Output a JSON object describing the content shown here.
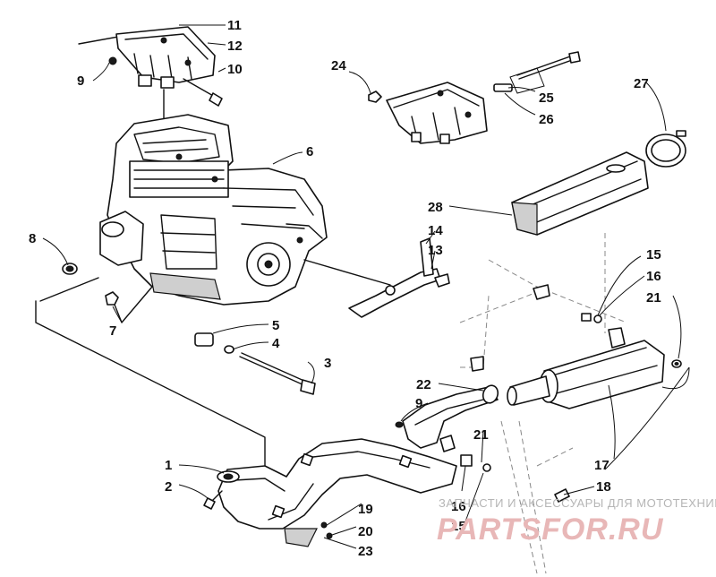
{
  "labels": {
    "l1": "1",
    "l2": "2",
    "l3": "3",
    "l4": "4",
    "l5": "5",
    "l6": "6",
    "l7": "7",
    "l8": "8",
    "l9a": "9",
    "l9b": "9",
    "l10": "10",
    "l11": "11",
    "l12": "12",
    "l13": "13",
    "l14": "14",
    "l15a": "15",
    "l15b": "15",
    "l16a": "16",
    "l16b": "16",
    "l17": "17",
    "l18": "18",
    "l19": "19",
    "l20": "20",
    "l21a": "21",
    "l21b": "21",
    "l22": "22",
    "l23": "23",
    "l24": "24",
    "l25": "25",
    "l26": "26",
    "l27": "27",
    "l28": "28"
  },
  "watermark": {
    "tagline": "ЗАПЧАСТИ И АКСЕССУАРЫ ДЛЯ МОТОТЕХНИКИ",
    "logo": "PARTSFOR.RU",
    "logo_color": "#e8b7b7"
  }
}
